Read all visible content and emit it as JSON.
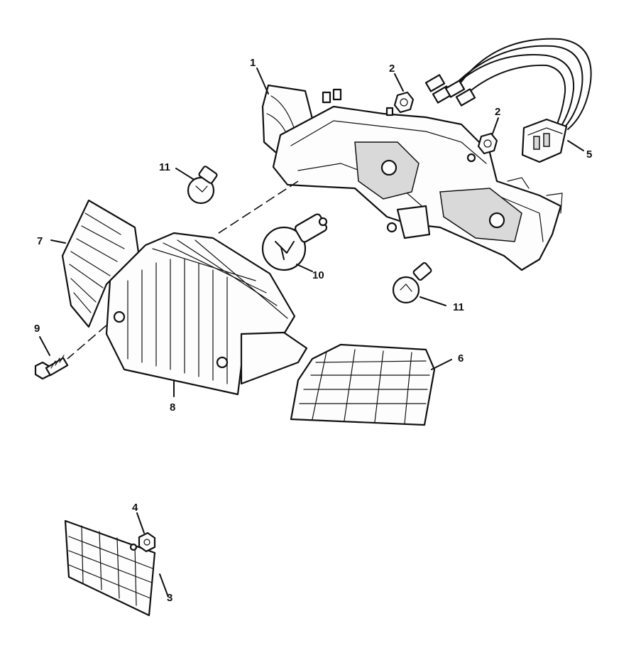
{
  "diagram": {
    "callouts": [
      {
        "id": "c1",
        "label": "1"
      },
      {
        "id": "c2a",
        "label": "2"
      },
      {
        "id": "c2b",
        "label": "2"
      },
      {
        "id": "c3",
        "label": "3"
      },
      {
        "id": "c4",
        "label": "4"
      },
      {
        "id": "c5",
        "label": "5"
      },
      {
        "id": "c6",
        "label": "6"
      },
      {
        "id": "c7",
        "label": "7"
      },
      {
        "id": "c8",
        "label": "8"
      },
      {
        "id": "c9",
        "label": "9"
      },
      {
        "id": "c10",
        "label": "10"
      },
      {
        "id": "c11a",
        "label": "11"
      },
      {
        "id": "c11b",
        "label": "11"
      }
    ]
  }
}
